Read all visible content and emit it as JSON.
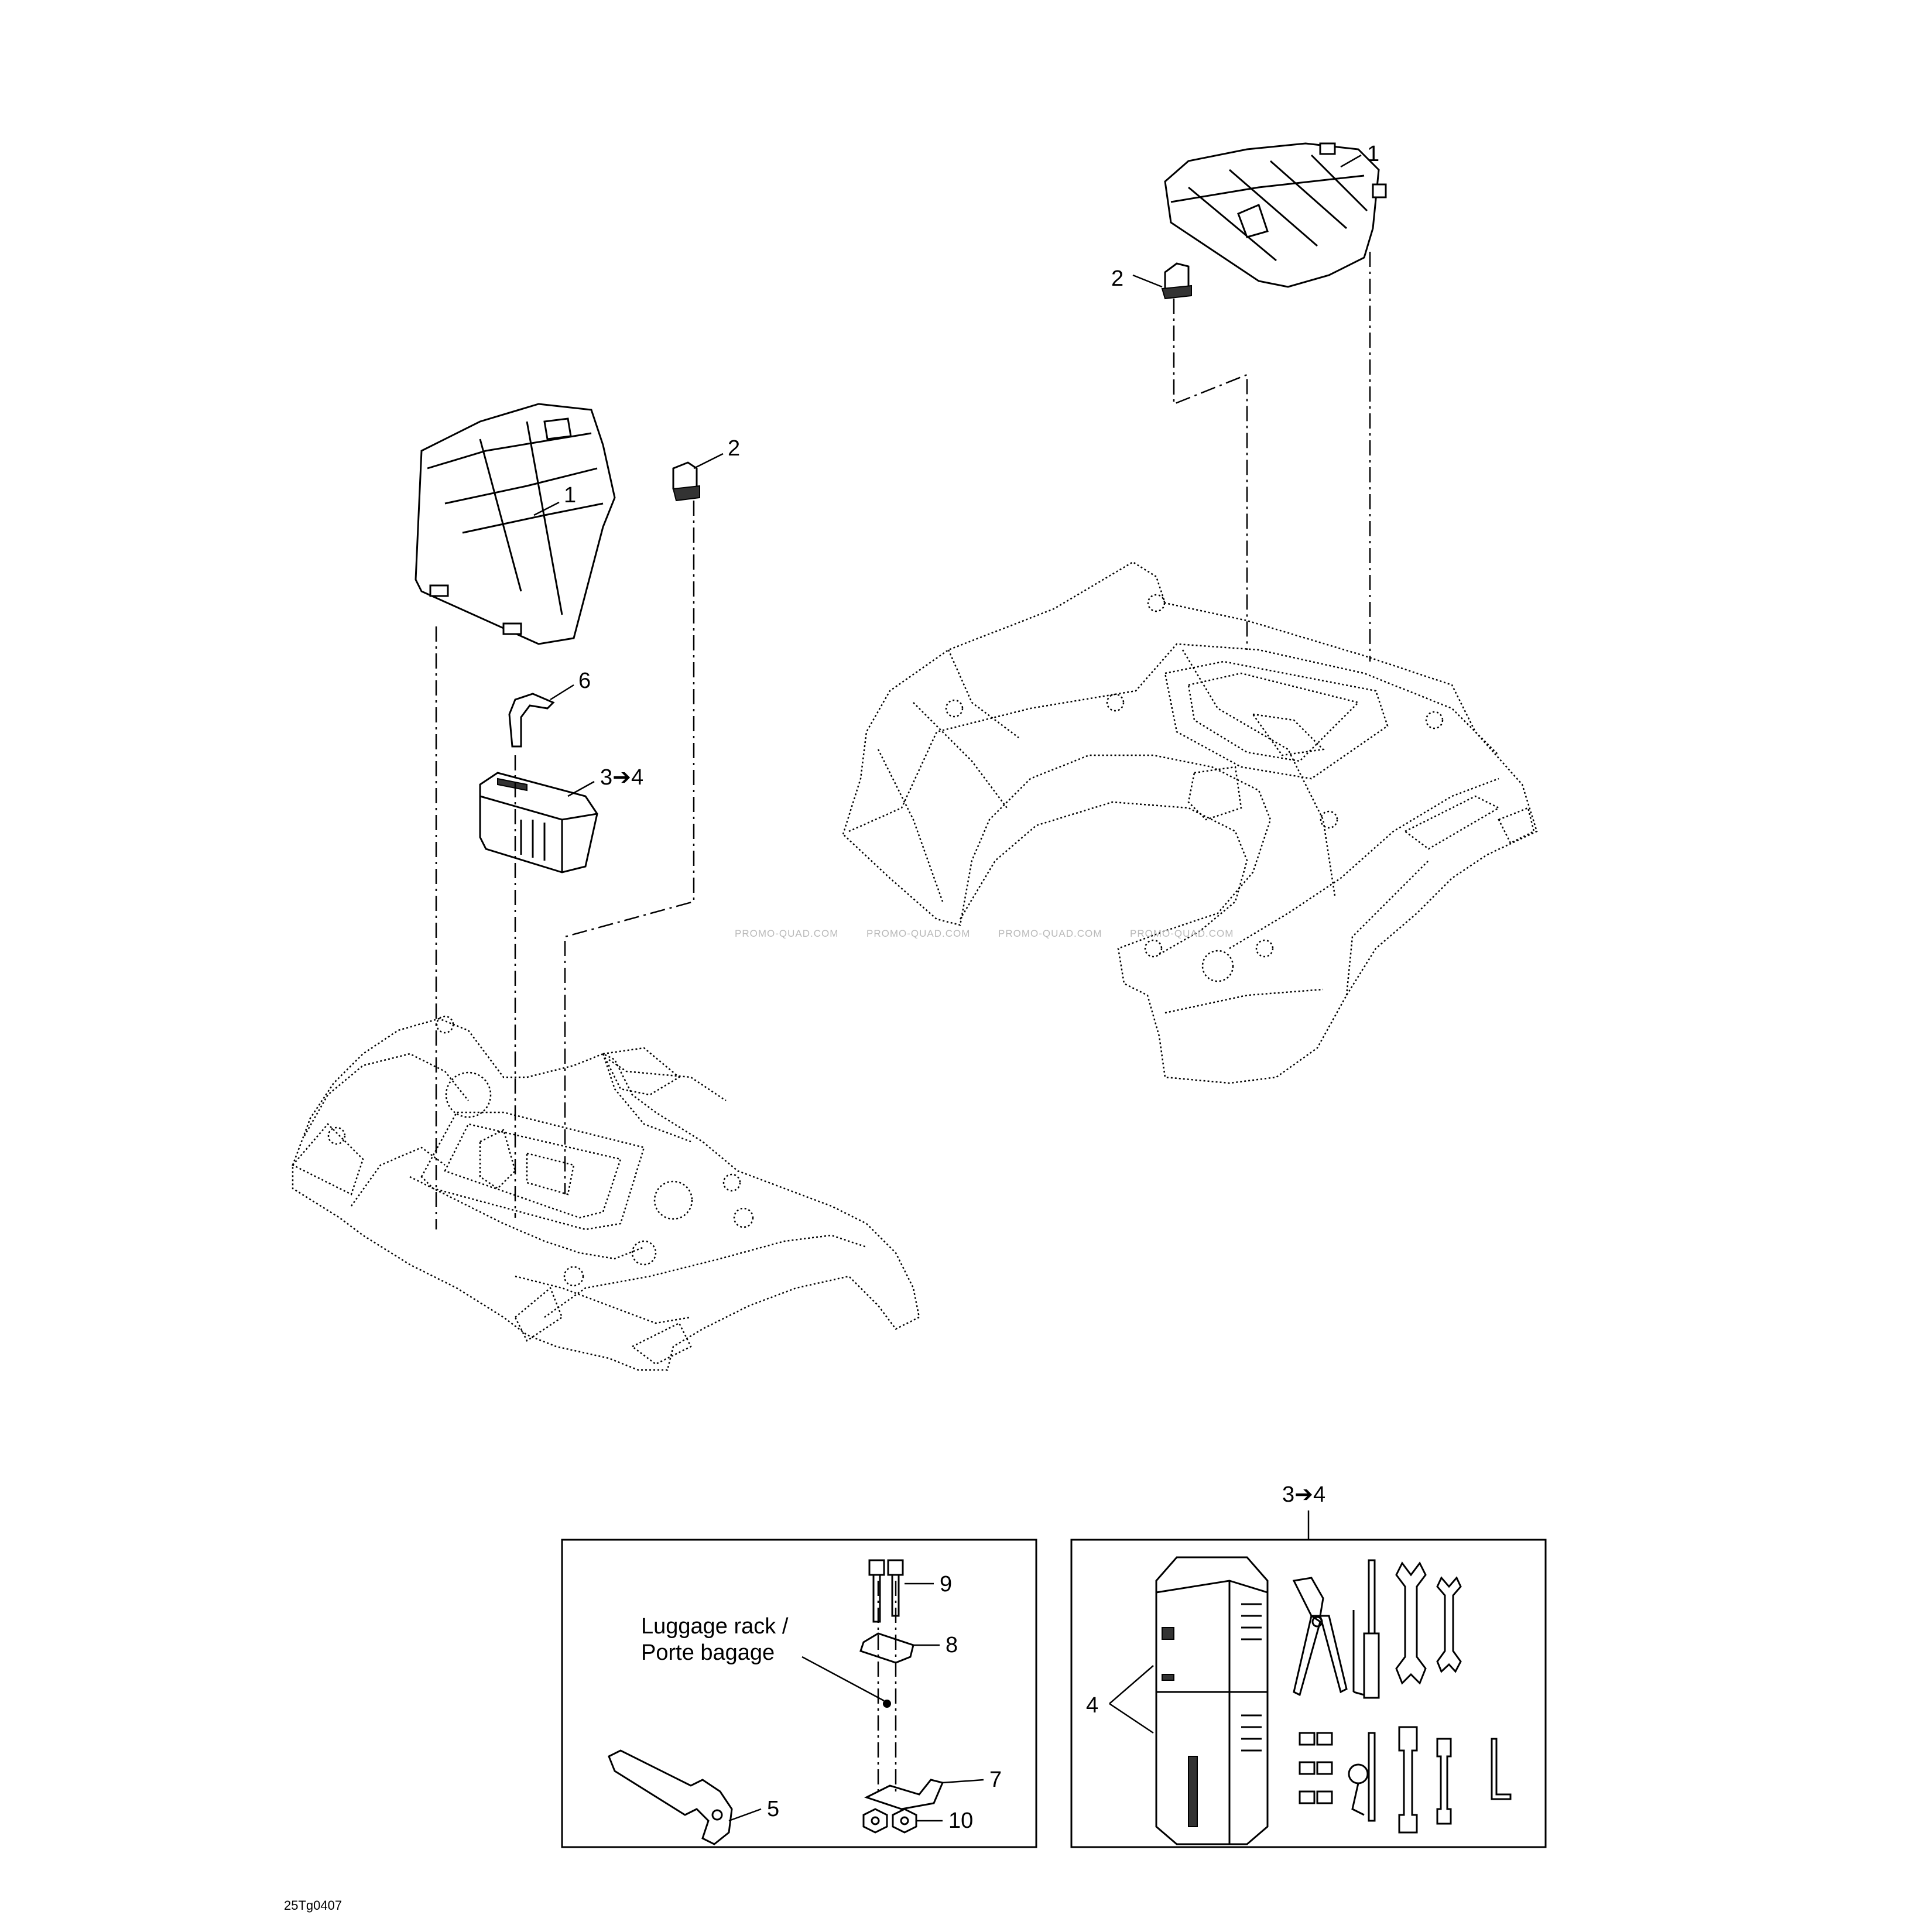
{
  "callouts": {
    "c1_top_right": "1",
    "c2_top_right": "2",
    "c1_left": "1",
    "c2_left": "2",
    "c6": "6",
    "c34_left": "3➔4",
    "c34_box": "3➔4",
    "c9": "9",
    "c8": "8",
    "c7": "7",
    "c5": "5",
    "c10": "10",
    "c4": "4"
  },
  "notes": {
    "luggage_line1": "Luggage rack /",
    "luggage_line2": "Porte bagage"
  },
  "reference_code": "25Tg0407",
  "watermarks": [
    "PROMO-QUAD.COM",
    "PROMO-QUAD.COM",
    "PROMO-QUAD.COM",
    "PROMO-QUAD.COM"
  ]
}
